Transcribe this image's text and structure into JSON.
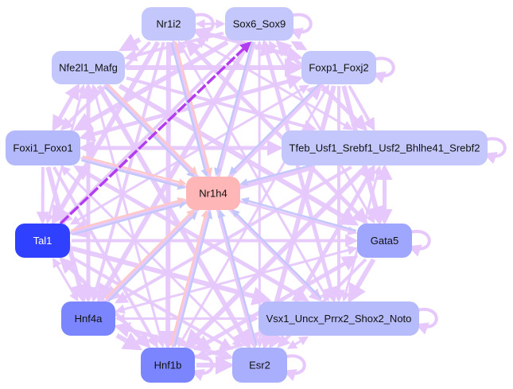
{
  "diagram": {
    "type": "gene-regulatory-network",
    "nodes": [
      {
        "id": "Nr1i2",
        "label": "Nr1i2",
        "fill": "#c3c7fb",
        "text_color": "#111111"
      },
      {
        "id": "Sox6_Sox9",
        "label": "Sox6_Sox9",
        "fill": "#c3c7fb",
        "text_color": "#111111"
      },
      {
        "id": "Nfe2l1_Mafg",
        "label": "Nfe2l1_Mafg",
        "fill": "#c3c7fb",
        "text_color": "#111111"
      },
      {
        "id": "Foxp1_Foxj2",
        "label": "Foxp1_Foxj2",
        "fill": "#c3c7fb",
        "text_color": "#111111"
      },
      {
        "id": "Foxi1_Foxo1",
        "label": "Foxi1_Foxo1",
        "fill": "#b4b9fb",
        "text_color": "#111111"
      },
      {
        "id": "Tfeb_Usf1_Srebf1_Usf2_Bhlhe41_Srebf2",
        "label": "Tfeb_Usf1_Srebf1_Usf2_Bhlhe41_Srebf2",
        "fill": "#c3c7fb",
        "text_color": "#111111"
      },
      {
        "id": "Nr1h4",
        "label": "Nr1h4",
        "fill": "#ffb6b6",
        "text_color": "#111111"
      },
      {
        "id": "Tal1",
        "label": "Tal1",
        "fill": "#3040ff",
        "text_color": "#ffffff"
      },
      {
        "id": "Gata5",
        "label": "Gata5",
        "fill": "#9ea6fd",
        "text_color": "#111111"
      },
      {
        "id": "Hnf4a",
        "label": "Hnf4a",
        "fill": "#7b85fd",
        "text_color": "#111111"
      },
      {
        "id": "Vsx1_Uncx_Prrx2_Shox2_Noto",
        "label": "Vsx1_Uncx_Prrx2_Shox2_Noto",
        "fill": "#b6bbfb",
        "text_color": "#111111"
      },
      {
        "id": "Hnf1b",
        "label": "Hnf1b",
        "fill": "#7b85fd",
        "text_color": "#111111"
      },
      {
        "id": "Esr2",
        "label": "Esr2",
        "fill": "#a9affc",
        "text_color": "#111111"
      }
    ],
    "edge_colors": {
      "default": "#e6c8fc",
      "highlight": "#b43cf0",
      "to_center_blue": "#c3c7fb",
      "to_center_pink": "#ffc8c8"
    },
    "highlight_edge": {
      "source": "Tal1",
      "target": "Sox6_Sox9",
      "style": "dashed"
    },
    "center_node": "Nr1h4",
    "self_loops": [
      "Nr1i2",
      "Sox6_Sox9",
      "Foxp1_Foxj2",
      "Tfeb_Usf1_Srebf1_Usf2_Bhlhe41_Srebf2",
      "Gata5",
      "Vsx1_Uncx_Prrx2_Shox2_Noto",
      "Hnf1b",
      "Esr2"
    ]
  }
}
